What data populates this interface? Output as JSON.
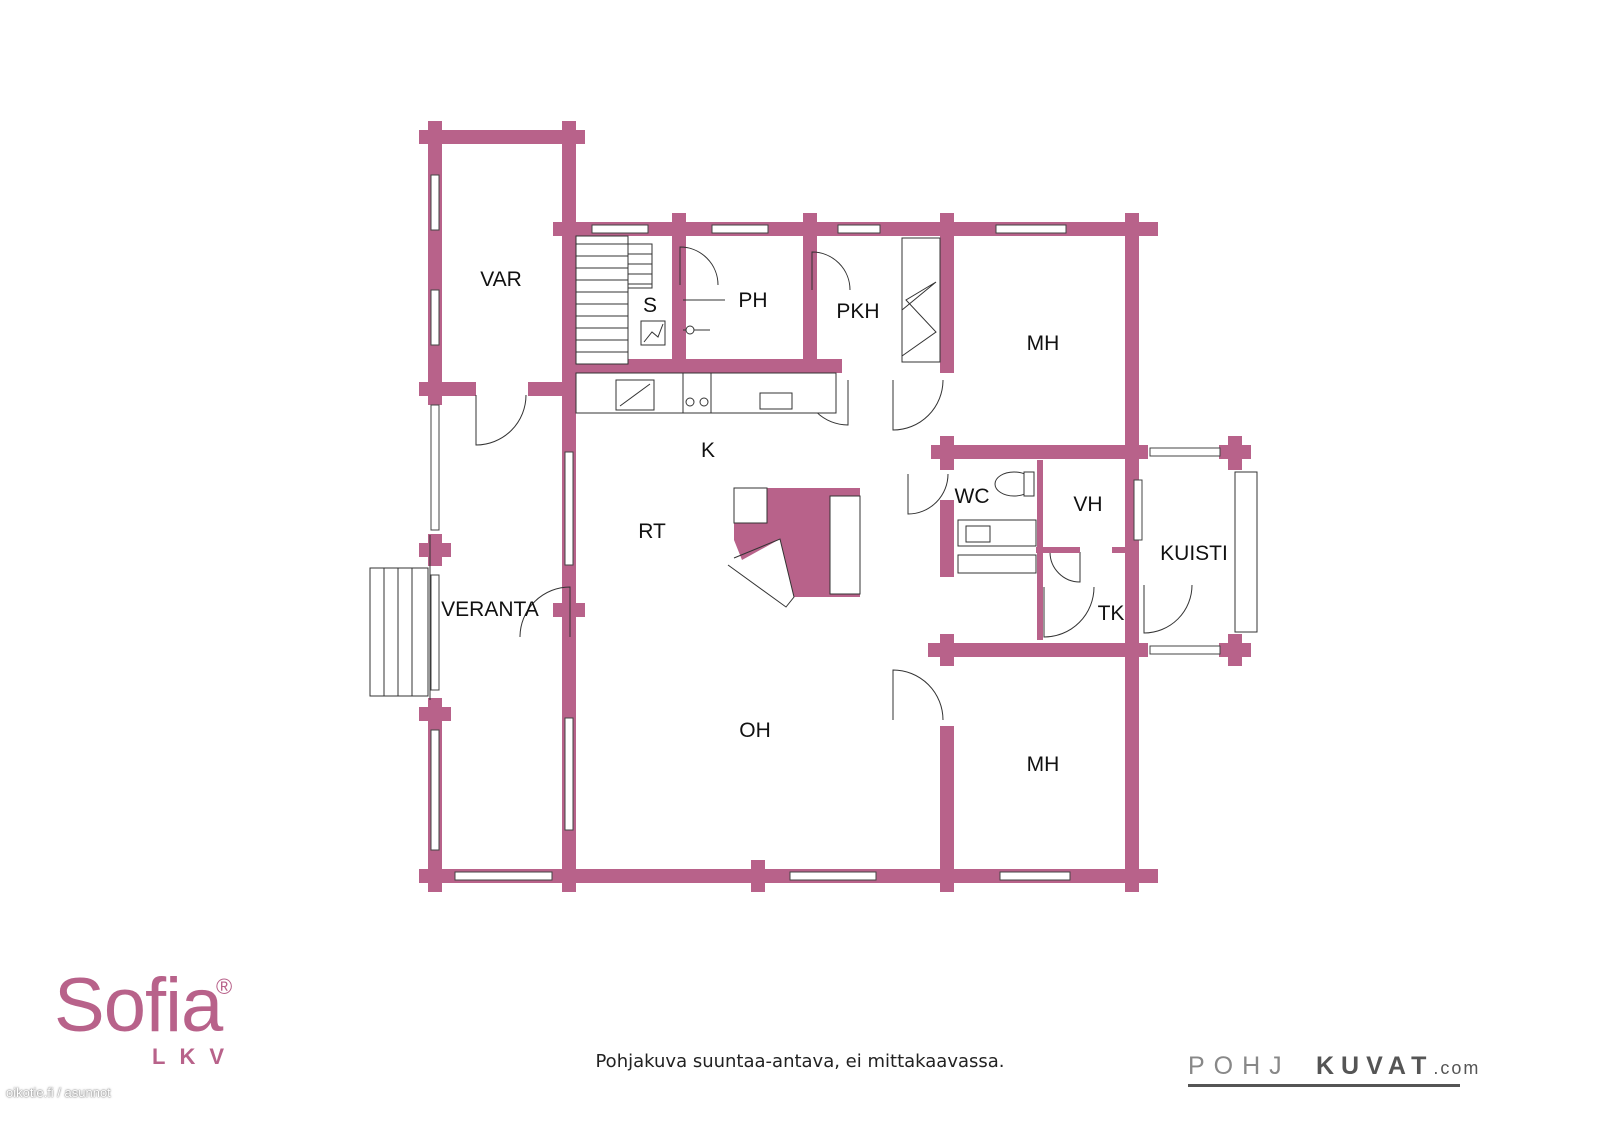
{
  "colors": {
    "wall": "#b8628a",
    "line": "#333333",
    "brand": "#b8628a"
  },
  "rooms": {
    "var": "VAR",
    "s": "S",
    "ph": "PH",
    "pkh": "PKH",
    "mh_top": "MH",
    "k": "K",
    "rt": "RT",
    "wc": "WC",
    "vh": "VH",
    "kuisti": "KUISTI",
    "veranta": "VERANTA",
    "tk": "TK",
    "oh": "OH",
    "mh_bottom": "MH"
  },
  "brand": {
    "name": "Sofia",
    "reg": "®",
    "sub": "LKV"
  },
  "note": "Pohjakuva suuntaa-antava, ei mittakaavassa.",
  "site": "oikotie.fi / asunnot",
  "pohjakuvat": {
    "left": "POHJ",
    "right": "KUVAT",
    "suffix": ".com"
  }
}
